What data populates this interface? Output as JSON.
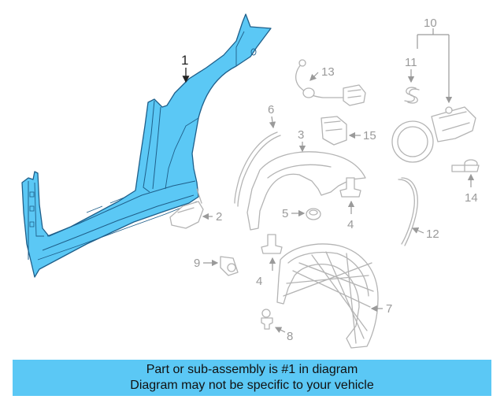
{
  "colors": {
    "highlight": "#5bc8f5",
    "outline": "#1f5f8a",
    "ghost": "#b4b4b4",
    "banner": "#5bc8f5"
  },
  "callouts": {
    "c1": "1",
    "c2": "2",
    "c3": "3",
    "c4a": "4",
    "c4b": "4",
    "c5": "5",
    "c6": "6",
    "c7": "7",
    "c8": "8",
    "c9": "9",
    "c10": "10",
    "c11": "11",
    "c12": "12",
    "c13": "13",
    "c14": "14",
    "c15": "15"
  },
  "banner": {
    "line1": "Part or sub-assembly is #1 in diagram",
    "line2": "Diagram may not be specific to your vehicle"
  }
}
